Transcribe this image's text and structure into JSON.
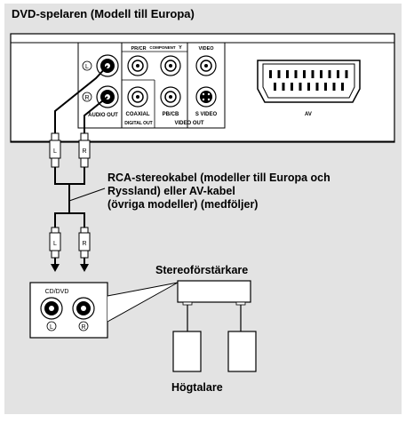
{
  "diagram": {
    "title": "DVD-spelaren (Modell till Europa)",
    "cable_label_line1": "RCA-stereokabel (modeller till Europa och",
    "cable_label_line2": "Ryssland) eller AV-kabel",
    "cable_label_line3": "(övriga modeller) (medföljer)",
    "amplifier_label": "Stereoförstärkare",
    "speakers_label": "Högtalare"
  },
  "player_panel": {
    "audio_out_label": "AUDIO OUT",
    "coaxial_label": "COAXIAL",
    "digital_out_label": "DIGITAL OUT",
    "component_label": "COMPONENT",
    "component_pr_label": "PR/CR",
    "component_y_label": "Y",
    "component_pb_label": "PB/CB",
    "video_label": "VIDEO",
    "svideo_label": "S VIDEO",
    "video_out_label": "VIDEO OUT",
    "av_label": "AV",
    "left_jack_label": "L",
    "right_jack_label": "R"
  },
  "cable": {
    "left_plug_label": "L",
    "right_plug_label": "R"
  },
  "amplifier_panel": {
    "input_label": "CD/DVD",
    "left_jack_label": "L",
    "right_jack_label": "R"
  },
  "colors": {
    "background": "#e3e3e3",
    "line": "#000000",
    "panel": "#ffffff"
  }
}
